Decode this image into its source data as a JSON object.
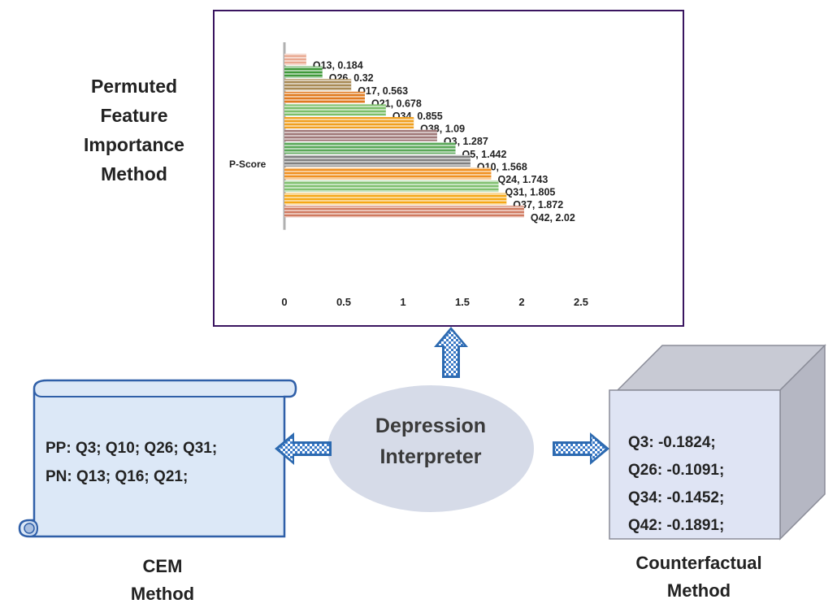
{
  "permuted": {
    "title_lines": [
      "Permuted",
      "Feature",
      "Importance",
      "Method"
    ]
  },
  "cem": {
    "label_lines": [
      "CEM",
      "Method"
    ],
    "text_lines": [
      "PP: Q3; Q10; Q26; Q31;",
      "PN: Q13; Q16; Q21;"
    ]
  },
  "center": {
    "label_lines": [
      "Depression",
      "Interpreter"
    ]
  },
  "counterfactual": {
    "label_lines": [
      "Counterfactual",
      "Method"
    ],
    "text_lines": [
      "Q3: -0.1824;",
      "Q26: -0.1091;",
      "Q34: -0.1452;",
      "Q42: -0.1891;"
    ]
  },
  "colors": {
    "chart_border": "#3a1560",
    "scroll_fill": "#dce8f7",
    "scroll_stroke": "#2f5fa8",
    "cube_front": "#dfe4f4",
    "cube_side": "#b5b7c3",
    "ellipse_fill": "#d6dbe8",
    "arrow_fill": "#2d6ab0"
  },
  "chart_data": {
    "type": "bar",
    "orientation": "horizontal",
    "ylabel": "P-Score",
    "xlim": [
      0,
      2.5
    ],
    "xticks": [
      "0",
      "0.5",
      "1",
      "1.5",
      "2",
      "2.5"
    ],
    "grid": false,
    "categories": [
      "Q13",
      "Q26",
      "Q17",
      "Q21",
      "Q34",
      "Q38",
      "Q3",
      "Q5",
      "Q10",
      "Q24",
      "Q31",
      "Q37",
      "Q42"
    ],
    "values": [
      0.184,
      0.32,
      0.563,
      0.678,
      0.855,
      1.09,
      1.287,
      1.442,
      1.568,
      1.743,
      1.805,
      1.872,
      2.02
    ],
    "labels": [
      "Q13, 0.184",
      "Q26, 0.32",
      "Q17, 0.563",
      "Q21, 0.678",
      "Q34, 0.855",
      "Q38, 1.09",
      "Q3, 1.287",
      "Q5, 1.442",
      "Q10, 1.568",
      "Q24, 1.743",
      "Q31, 1.805",
      "Q37, 1.872",
      "Q42, 2.02"
    ],
    "bar_colors": [
      "#e8a890",
      "#3f9a3a",
      "#a88a55",
      "#e07a20",
      "#7bbf6a",
      "#f0a020",
      "#a07878",
      "#5aa858",
      "#808080",
      "#f09020",
      "#80c070",
      "#f5a818",
      "#d07a60"
    ]
  }
}
